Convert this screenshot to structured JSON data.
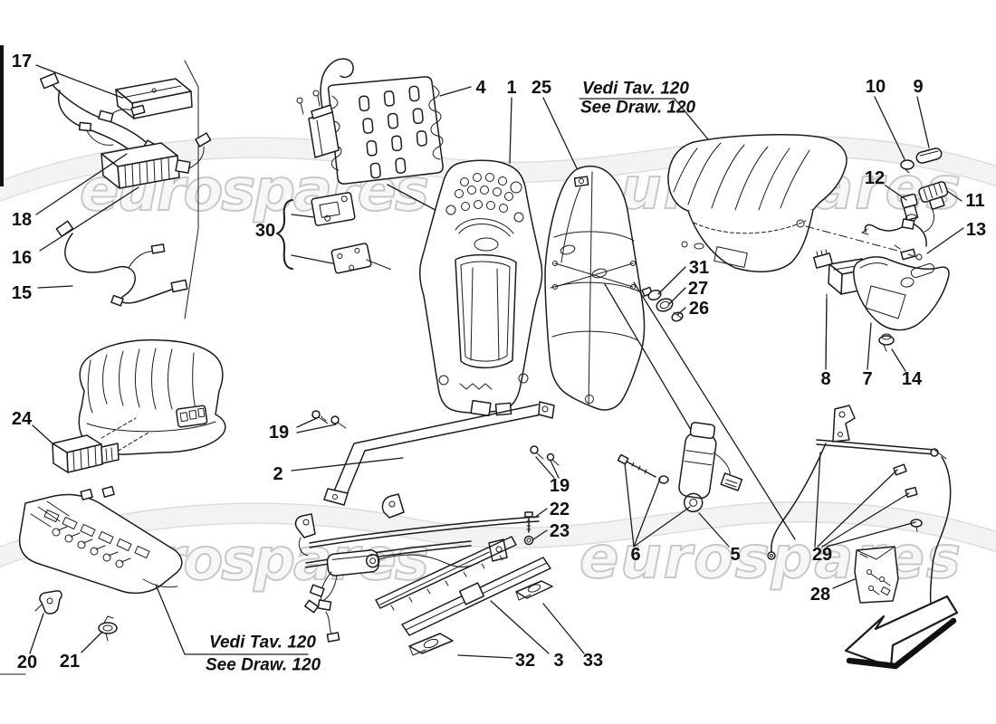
{
  "diagram": {
    "watermark_text": "eurospares",
    "note_top": {
      "line1": "Vedi Tav. 120",
      "line2": "See Draw. 120"
    },
    "note_bottom": {
      "line1": "Vedi Tav. 120",
      "line2": "See Draw. 120"
    },
    "labels": {
      "p1": "1",
      "p2": "2",
      "p3": "3",
      "p4": "4",
      "p5": "5",
      "p6": "6",
      "p7": "7",
      "p8": "8",
      "p9": "9",
      "p10": "10",
      "p11": "11",
      "p12": "12",
      "p13": "13",
      "p14": "14",
      "p15": "15",
      "p16": "16",
      "p17": "17",
      "p18": "18",
      "p19a": "19",
      "p19b": "19",
      "p20": "20",
      "p21": "21",
      "p22": "22",
      "p23": "23",
      "p24": "24",
      "p25": "25",
      "p26": "26",
      "p27": "27",
      "p28": "28",
      "p29": "29",
      "p30": "30",
      "p31": "31",
      "p32": "32",
      "p33": "33"
    },
    "colors": {
      "line": "#1c1c1c",
      "label_text": "#111111",
      "watermark_fill": "#f7f7f7",
      "watermark_stroke": "#c9c9c9",
      "swoosh_fill": "#f3f3f3",
      "background": "#ffffff"
    }
  }
}
